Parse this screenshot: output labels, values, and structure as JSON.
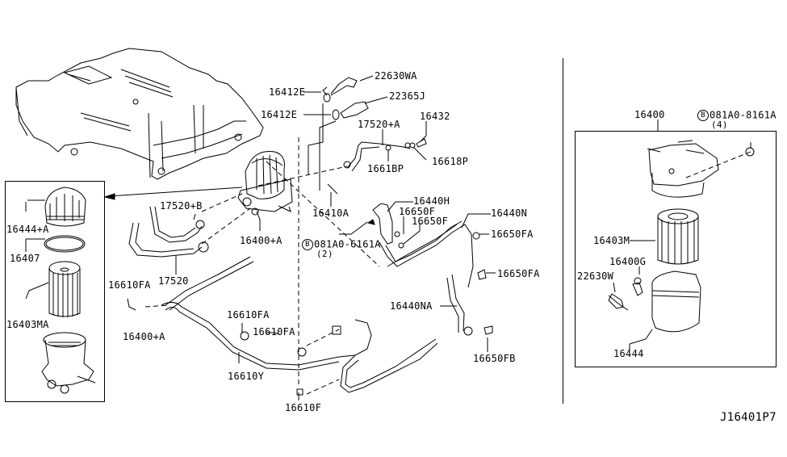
{
  "diagram": {
    "title": "Fuel Filter Assembly",
    "diagram_code": "J16401P7",
    "bolt_symbol": "B",
    "colors": {
      "ink": "#000000",
      "background": "#ffffff"
    }
  },
  "labels": {
    "p22630WA": "22630WA",
    "p16412E_1": "16412E",
    "p22365J": "22365J",
    "p16412E_2": "16412E",
    "p17520A": "17520+A",
    "p16432": "16432",
    "p16618P": "16618P",
    "p1661BP": "1661BP",
    "p16410A": "16410A",
    "p16440H": "16440H",
    "p16650F_1": "16650F",
    "p16650F_2": "16650F",
    "p16440N": "16440N",
    "p16650FA_1": "16650FA",
    "p16650FA_2": "16650FA",
    "p16440NA": "16440NA",
    "p16650FB": "16650FB",
    "bolt_center": "081A0-6161A",
    "bolt_center_qty": "(2)",
    "p17520B": "17520+B",
    "p16400A_center": "16400+A",
    "p17520": "17520",
    "p16610FA_left": "16610FA",
    "p16610FA_mid": "16610FA",
    "p16610FA_mid2": "16610FA",
    "p16610Y": "16610Y",
    "p16610F": "16610F",
    "p16444A": "16444+A",
    "p16407": "16407",
    "p16403MA": "16403MA",
    "p16400A_left": "16400+A",
    "p16400": "16400",
    "bolt_right": "081A0-8161A",
    "bolt_right_qty": "(4)",
    "p16403M": "16403M",
    "p16400G": "16400G",
    "p22630W": "22630W",
    "p16444": "16444"
  }
}
